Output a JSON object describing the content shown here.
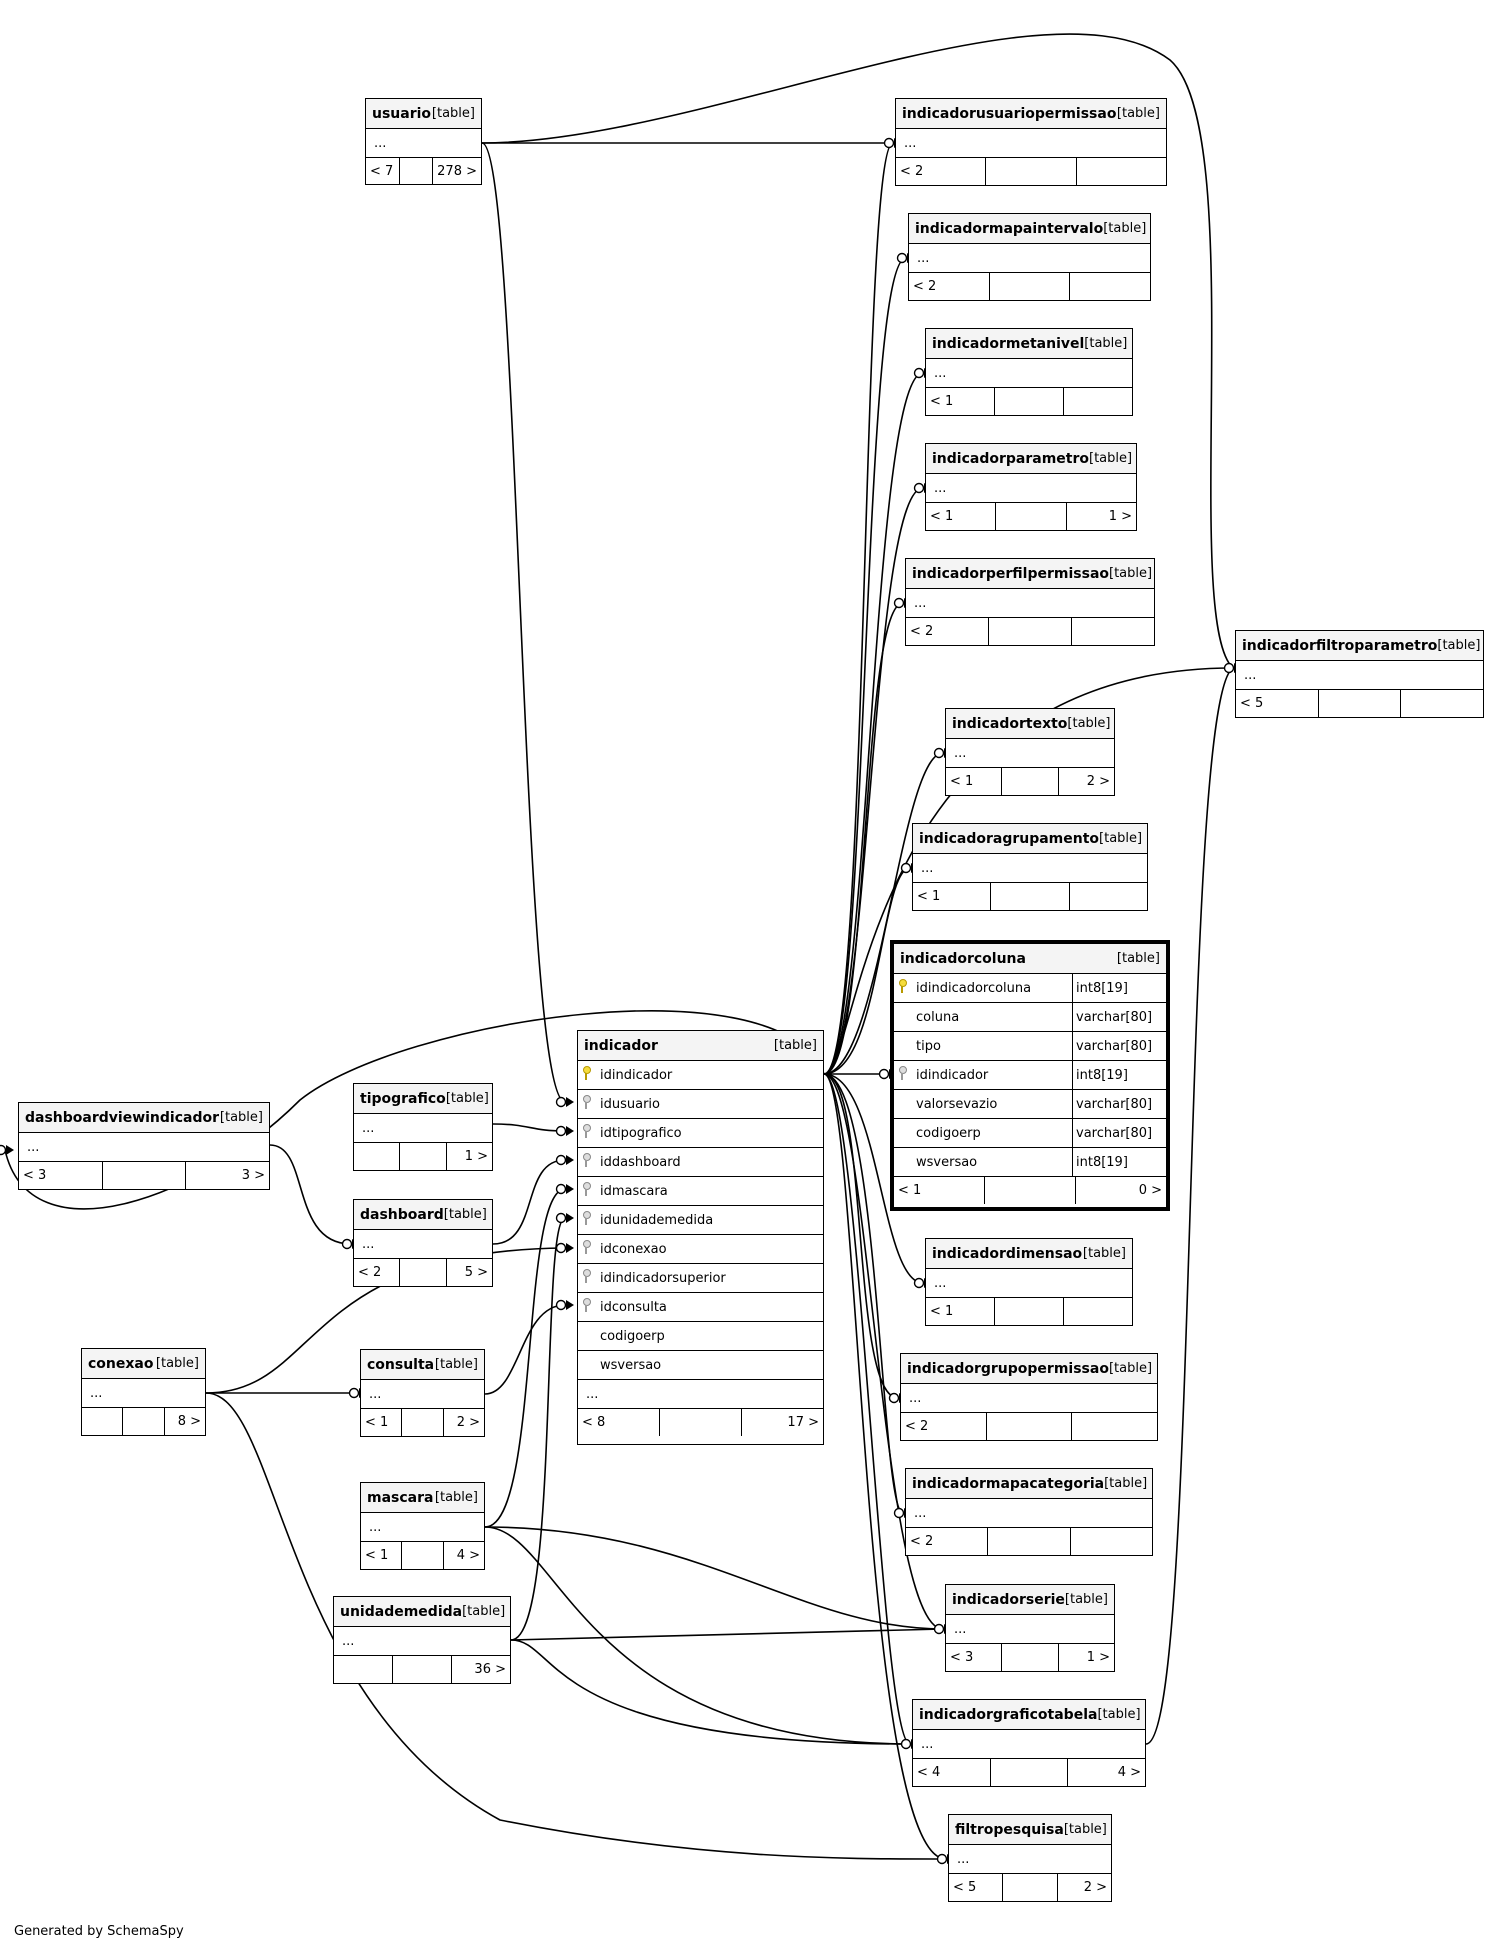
{
  "footer": "Generated by SchemaSpy",
  "tables": {
    "usuario": {
      "name": "usuario",
      "type": "[table]",
      "rows": [
        "..."
      ],
      "footer": [
        "< 7",
        "",
        "278 >"
      ]
    },
    "indicadorusuariopermissao": {
      "name": "indicadorusuariopermissao",
      "type": "[table]",
      "rows": [
        "..."
      ],
      "footer": [
        "< 2",
        "",
        ""
      ]
    },
    "indicadormapaintervalo": {
      "name": "indicadormapaintervalo",
      "type": "[table]",
      "rows": [
        "..."
      ],
      "footer": [
        "< 2",
        "",
        ""
      ]
    },
    "indicadormetanivel": {
      "name": "indicadormetanivel",
      "type": "[table]",
      "rows": [
        "..."
      ],
      "footer": [
        "< 1",
        "",
        ""
      ]
    },
    "indicadorparametro": {
      "name": "indicadorparametro",
      "type": "[table]",
      "rows": [
        "..."
      ],
      "footer": [
        "< 1",
        "",
        "1 >"
      ]
    },
    "indicadorperfilpermissao": {
      "name": "indicadorperfilpermissao",
      "type": "[table]",
      "rows": [
        "..."
      ],
      "footer": [
        "< 2",
        "",
        ""
      ]
    },
    "indicadorfiltroparametro": {
      "name": "indicadorfiltroparametro",
      "type": "[table]",
      "rows": [
        "..."
      ],
      "footer": [
        "< 5",
        "",
        ""
      ]
    },
    "indicadortexto": {
      "name": "indicadortexto",
      "type": "[table]",
      "rows": [
        "..."
      ],
      "footer": [
        "< 1",
        "",
        "2 >"
      ]
    },
    "indicadoragrupamento": {
      "name": "indicadoragrupamento",
      "type": "[table]",
      "rows": [
        "..."
      ],
      "footer": [
        "< 1",
        "",
        ""
      ]
    },
    "indicadorcoluna": {
      "name": "indicadorcoluna",
      "type": "[table]",
      "columns": [
        {
          "name": "idindicadorcoluna",
          "type": "int8[19]",
          "key": "pk"
        },
        {
          "name": "coluna",
          "type": "varchar[80]",
          "key": ""
        },
        {
          "name": "tipo",
          "type": "varchar[80]",
          "key": ""
        },
        {
          "name": "idindicador",
          "type": "int8[19]",
          "key": "fk"
        },
        {
          "name": "valorsevazio",
          "type": "varchar[80]",
          "key": ""
        },
        {
          "name": "codigoerp",
          "type": "varchar[80]",
          "key": ""
        },
        {
          "name": "wsversao",
          "type": "int8[19]",
          "key": ""
        }
      ],
      "footer": [
        "< 1",
        "",
        "0 >"
      ]
    },
    "indicador": {
      "name": "indicador",
      "type": "[table]",
      "columns": [
        {
          "name": "idindicador",
          "key": "pk"
        },
        {
          "name": "idusuario",
          "key": "fk"
        },
        {
          "name": "idtipografico",
          "key": "fk"
        },
        {
          "name": "iddashboard",
          "key": "fk"
        },
        {
          "name": "idmascara",
          "key": "fk"
        },
        {
          "name": "idunidademedida",
          "key": "fk"
        },
        {
          "name": "idconexao",
          "key": "fk"
        },
        {
          "name": "idindicadorsuperior",
          "key": "fk"
        },
        {
          "name": "idconsulta",
          "key": "fk"
        },
        {
          "name": "codigoerp",
          "key": ""
        },
        {
          "name": "wsversao",
          "key": ""
        },
        {
          "name": "...",
          "key": ""
        }
      ],
      "footer": [
        "< 8",
        "",
        "17 >"
      ]
    },
    "tipografico": {
      "name": "tipografico",
      "type": "[table]",
      "rows": [
        "..."
      ],
      "footer": [
        "",
        "",
        "1 >"
      ]
    },
    "dashboardviewindicador": {
      "name": "dashboardviewindicador",
      "type": "[table]",
      "rows": [
        "..."
      ],
      "footer": [
        "< 3",
        "",
        "3 >"
      ]
    },
    "dashboard": {
      "name": "dashboard",
      "type": "[table]",
      "rows": [
        "..."
      ],
      "footer": [
        "< 2",
        "",
        "5 >"
      ]
    },
    "indicadordimensao": {
      "name": "indicadordimensao",
      "type": "[table]",
      "rows": [
        "..."
      ],
      "footer": [
        "< 1",
        "",
        ""
      ]
    },
    "conexao": {
      "name": "conexao",
      "type": "[table]",
      "rows": [
        "..."
      ],
      "footer": [
        "",
        "",
        "8 >"
      ]
    },
    "consulta": {
      "name": "consulta",
      "type": "[table]",
      "rows": [
        "..."
      ],
      "footer": [
        "< 1",
        "",
        "2 >"
      ]
    },
    "indicadorgrupopermissao": {
      "name": "indicadorgrupopermissao",
      "type": "[table]",
      "rows": [
        "..."
      ],
      "footer": [
        "< 2",
        "",
        ""
      ]
    },
    "mascara": {
      "name": "mascara",
      "type": "[table]",
      "rows": [
        "..."
      ],
      "footer": [
        "< 1",
        "",
        "4 >"
      ]
    },
    "indicadormapacategoria": {
      "name": "indicadormapacategoria",
      "type": "[table]",
      "rows": [
        "..."
      ],
      "footer": [
        "< 2",
        "",
        ""
      ]
    },
    "unidademedida": {
      "name": "unidademedida",
      "type": "[table]",
      "rows": [
        "..."
      ],
      "footer": [
        "",
        "",
        "36 >"
      ]
    },
    "indicadorserie": {
      "name": "indicadorserie",
      "type": "[table]",
      "rows": [
        "..."
      ],
      "footer": [
        "< 3",
        "",
        "1 >"
      ]
    },
    "indicadorgraficotabela": {
      "name": "indicadorgraficotabela",
      "type": "[table]",
      "rows": [
        "..."
      ],
      "footer": [
        "< 4",
        "",
        "4 >"
      ]
    },
    "filtropesquisa": {
      "name": "filtropesquisa",
      "type": "[table]",
      "rows": [
        "..."
      ],
      "footer": [
        "< 5",
        "",
        "2 >"
      ]
    }
  }
}
